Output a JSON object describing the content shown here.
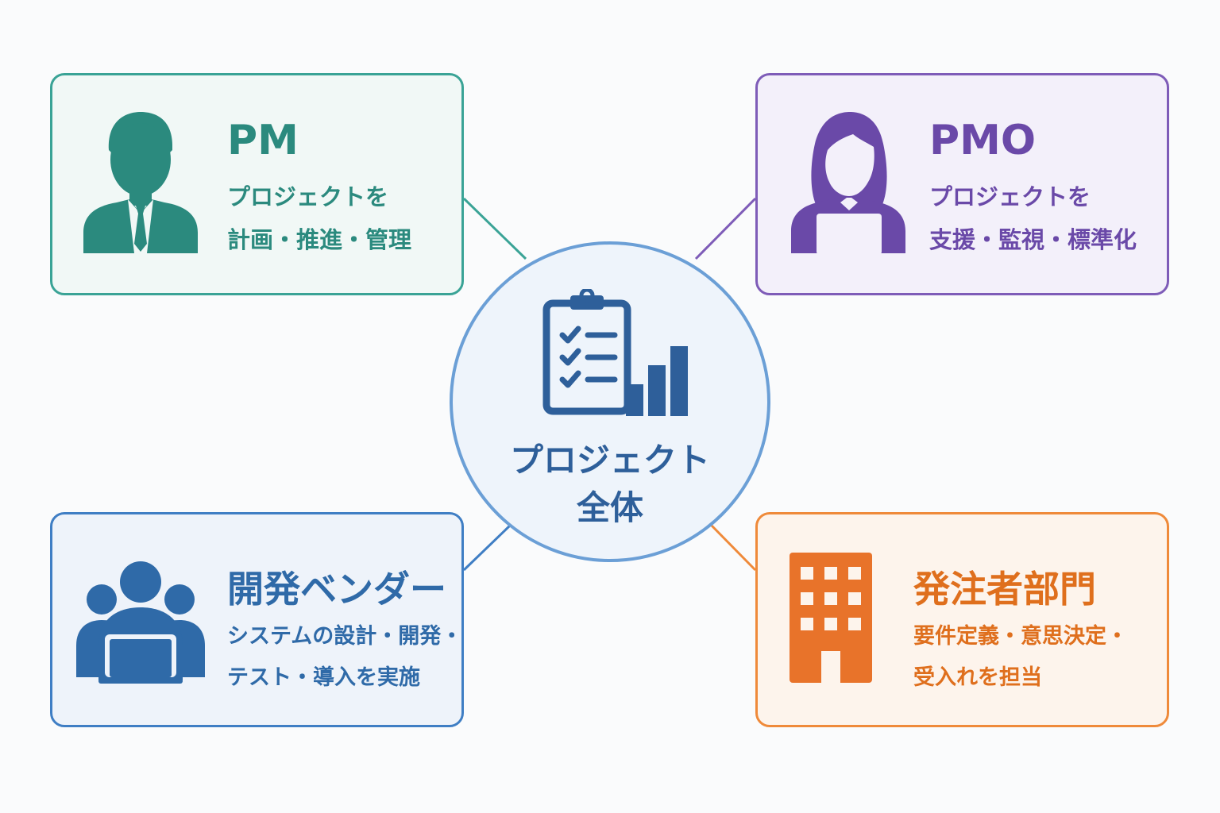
{
  "hub": {
    "label_line1": "プロジェクト",
    "label_line2": "全体",
    "icon": "clipboard-chart-icon"
  },
  "roles": {
    "pm": {
      "title": "PM",
      "desc_line1": "プロジェクトを",
      "desc_line2": "計画・推進・管理",
      "icon": "businessman-icon",
      "color": "#2b8a7e"
    },
    "pmo": {
      "title": "PMO",
      "desc_line1": "プロジェクトを",
      "desc_line2": "支援・監視・標準化",
      "icon": "woman-laptop-icon",
      "color": "#6a49a8"
    },
    "vendor": {
      "title": "開発ベンダー",
      "desc_line1": "システムの設計・開発・",
      "desc_line2": "テスト・導入を実施",
      "icon": "team-laptop-icon",
      "color": "#2f6aa8"
    },
    "client": {
      "title": "発注者部門",
      "desc_line1": "要件定義・意思決定・",
      "desc_line2": "受入れを担当",
      "icon": "office-building-icon",
      "color": "#df6f1d"
    }
  }
}
